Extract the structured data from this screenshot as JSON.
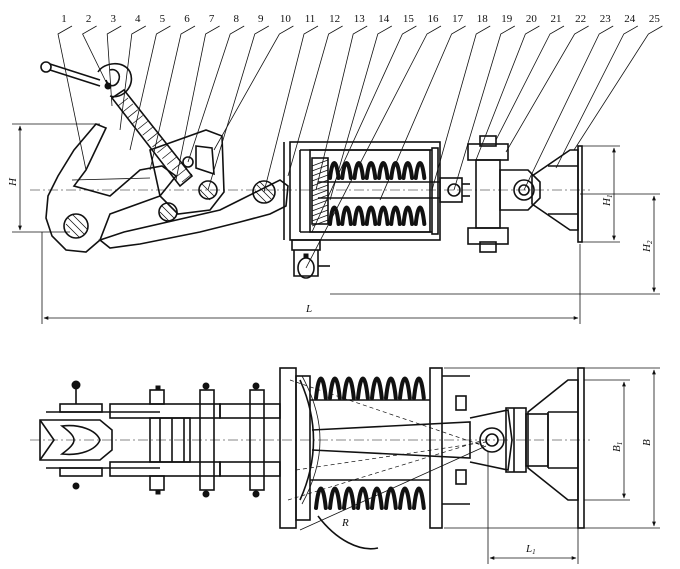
{
  "callouts": [
    "1",
    "2",
    "3",
    "4",
    "5",
    "6",
    "7",
    "8",
    "9",
    "10",
    "11",
    "12",
    "13",
    "14",
    "15",
    "16",
    "17",
    "18",
    "19",
    "20",
    "21",
    "22",
    "23",
    "24",
    "25"
  ],
  "dimensions": {
    "H": "H",
    "H1": {
      "main": "H",
      "sub": "1"
    },
    "H2": {
      "main": "H",
      "sub": "2"
    },
    "L": "L",
    "B": "B",
    "B1": {
      "main": "B",
      "sub": "1"
    },
    "L1": {
      "main": "L",
      "sub": "1"
    },
    "R": "R"
  }
}
